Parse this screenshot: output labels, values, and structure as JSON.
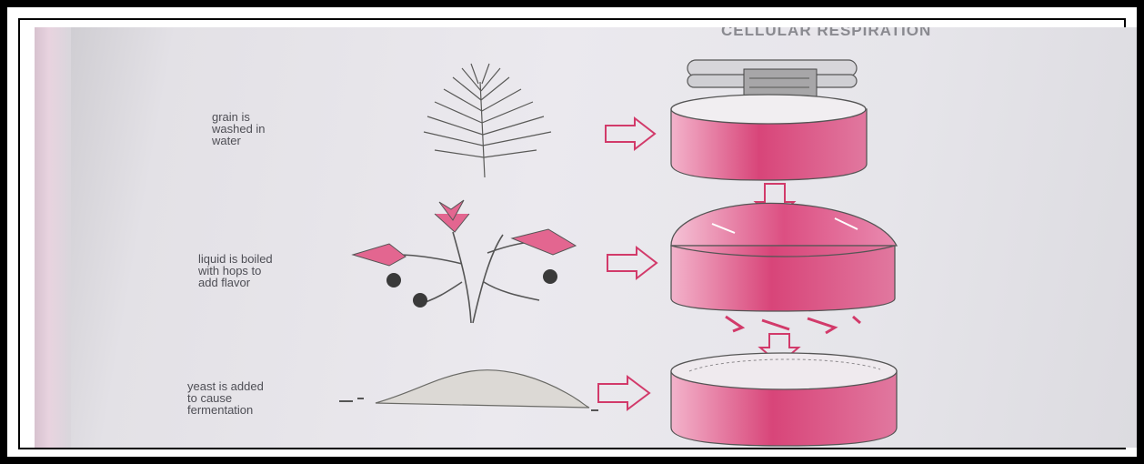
{
  "header": {
    "title": "CELLULAR RESPIRATION"
  },
  "steps": [
    {
      "label": "grain is\nwashed in\nwater",
      "icon": "wheat-icon",
      "vessel": "washing-tank"
    },
    {
      "label": "liquid is boiled\nwith hops to\nadd flavor",
      "icon": "hops-plant-icon",
      "vessel": "boiling-kettle"
    },
    {
      "label": "yeast is added\nto cause\nfermentation",
      "icon": "yeast-pile-icon",
      "vessel": "fermentation-tank"
    }
  ],
  "colors": {
    "vessel_pink": "#d9457a",
    "vessel_light": "#f2a8c4",
    "arrow": "#d23a6a",
    "ink": "#4a4a4f"
  }
}
